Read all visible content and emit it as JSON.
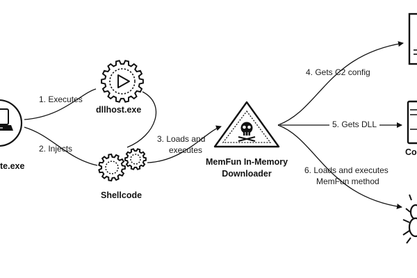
{
  "nodes": {
    "left_exe": {
      "name": "te.exe",
      "icon": "laptop-icon"
    },
    "dllhost": {
      "name": "dllhost.exe",
      "icon": "gear-play-icon"
    },
    "shellcode": {
      "name": "Shellcode",
      "icon": "gears-icon"
    },
    "downloader": {
      "line1": "MemFun In-Memory",
      "line2": "Downloader",
      "icon": "skull-warning-icon"
    },
    "c2_server": {
      "icon": "server-icon"
    },
    "dll_node": {
      "name": "Co",
      "icon": "document-icon"
    },
    "memfun": {
      "icon": "bug-icon"
    }
  },
  "edges": {
    "e1": "1. Executes",
    "e2": "2. Injects",
    "e3_line1": "3. Loads and",
    "e3_line2": "executes",
    "e4": "4. Gets C2 config",
    "e5": "5. Gets DLL",
    "e6_line1": "6. Loads and executes",
    "e6_line2": "MemFun method"
  },
  "colors": {
    "stroke": "#111111",
    "text": "#1a1a1a",
    "background": "#ffffff"
  }
}
